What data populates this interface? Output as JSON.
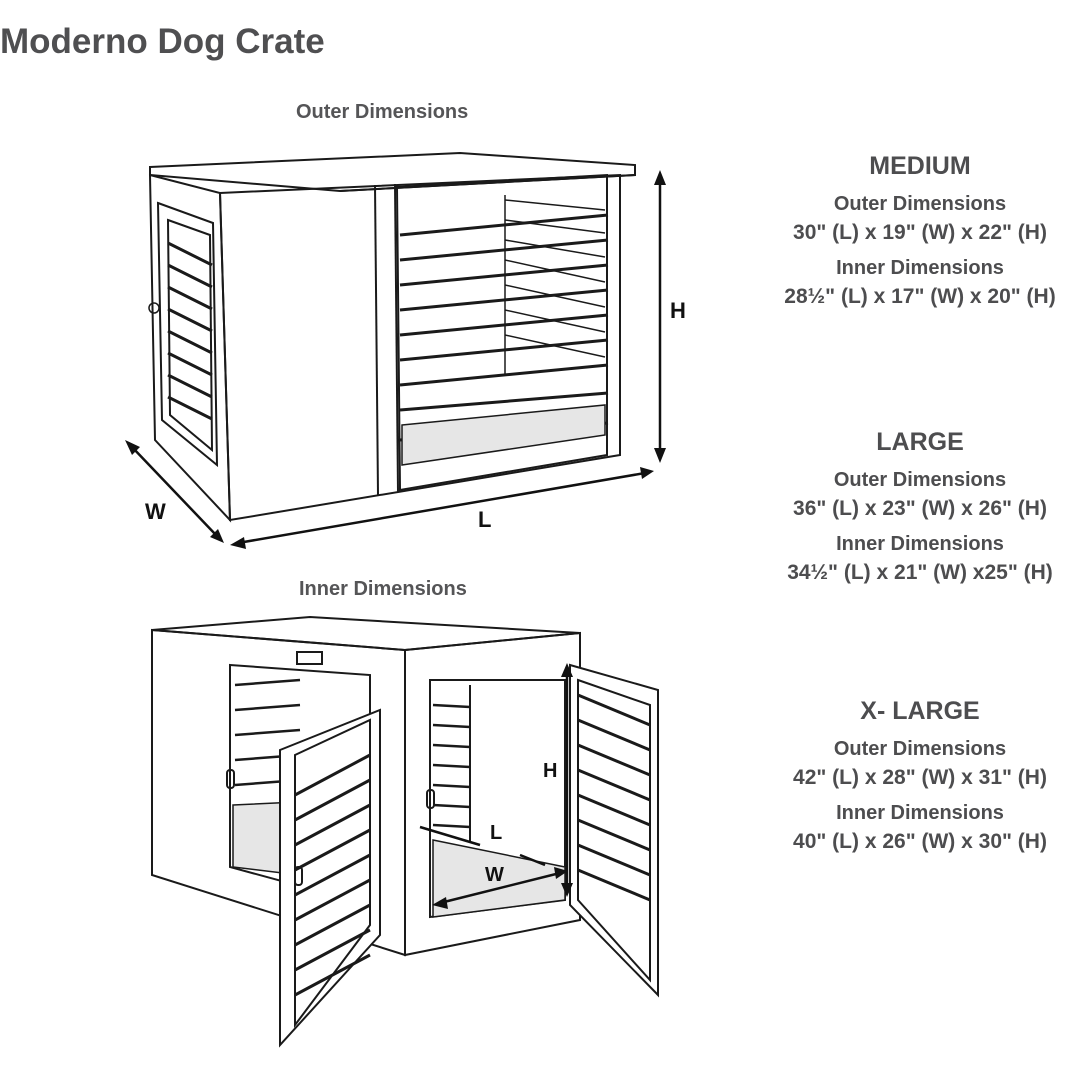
{
  "title": "Moderno Dog Crate",
  "figures": {
    "outer": {
      "caption": "Outer Dimensions",
      "labels": {
        "height": "H",
        "width": "W",
        "length": "L"
      }
    },
    "inner": {
      "caption": "Inner Dimensions",
      "labels": {
        "height": "H",
        "width": "W",
        "length": "L"
      }
    }
  },
  "sizes": [
    {
      "name": "MEDIUM",
      "outer_label": "Outer Dimensions",
      "outer_value": "30\" (L)  x 19\" (W) x 22\" (H)",
      "inner_label": "Inner Dimensions",
      "inner_value": "28½\" (L)  x 17\" (W) x 20\" (H)"
    },
    {
      "name": "LARGE",
      "outer_label": "Outer Dimensions",
      "outer_value": "36\" (L)  x 23\" (W) x 26\" (H)",
      "inner_label": "Inner Dimensions",
      "inner_value": "34½\" (L)  x 21\" (W) x25\" (H)"
    },
    {
      "name": "X- LARGE",
      "outer_label": "Outer Dimensions",
      "outer_value": "42\" (L)  x 28\" (W) x 31\" (H)",
      "inner_label": "Inner Dimensions",
      "inner_value": "40\" (L)  x 26\" (W) x 30\" (H)"
    }
  ],
  "colors": {
    "text": "#4d4d4f",
    "line": "#1a1a1a"
  }
}
